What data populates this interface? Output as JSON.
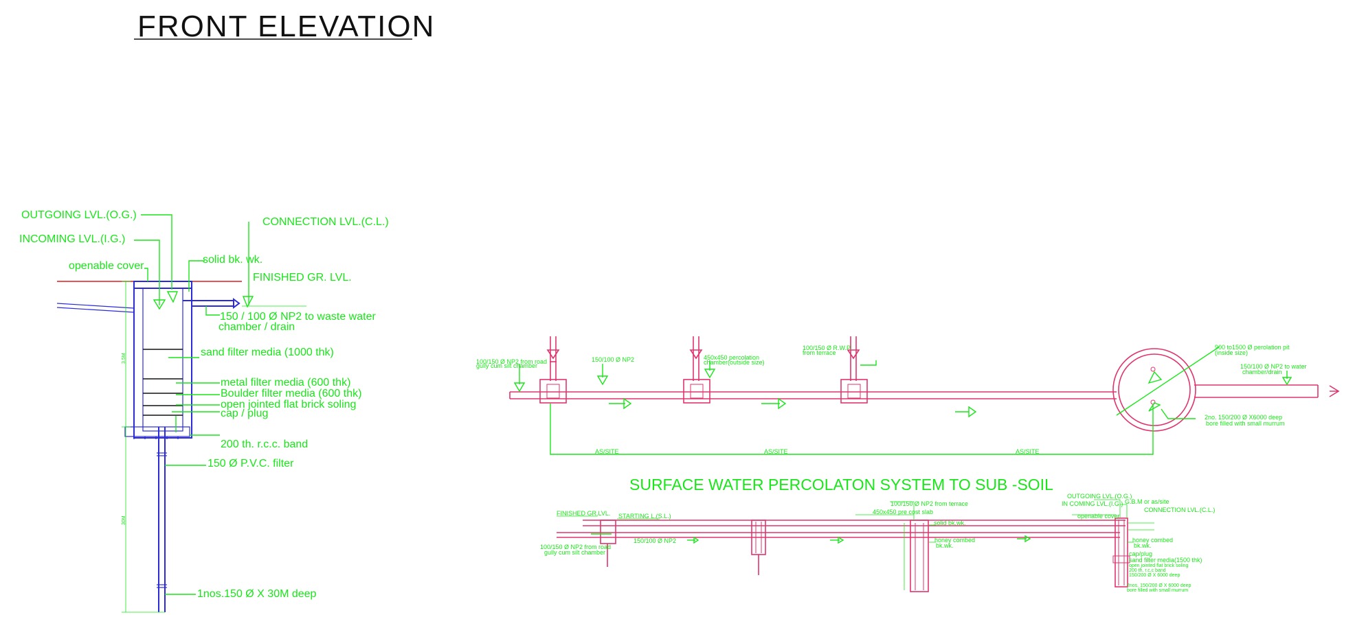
{
  "front_title": "FRONT ELEVATION",
  "section_title": "SURFACE WATER PERCOLATON SYSTEM TO SUB -SOIL",
  "front_labels": {
    "outgoing": "OUTGOING LVL.(O.G.)",
    "incoming": "INCOMING LVL.(I.G.)",
    "openable_cover": "openable cover",
    "solid_bk": "solid bk. wk.",
    "connection": "CONNECTION LVL.(C.L.)",
    "finished_gr": "FINISHED GR. LVL.",
    "pipe_line1": "150 / 100 Ø NP2 to waste water",
    "pipe_line2": "chamber / drain",
    "sand": "sand filter media (1000 thk)",
    "metal": "metal filter media (600 thk)",
    "boulder": "Boulder filter media (600 thk)",
    "brick": "open jointed flat brick soling",
    "cap": "cap / plug",
    "band": "200 th. r.c.c. band",
    "pvc": "150 Ø P.V.C. filter",
    "deep": "1nos.150 Ø X 30M deep",
    "dim_upper": "3.5M",
    "dim_lower": "30M"
  },
  "plan_labels": {
    "road_gully_1": "100/150 Ø NP2 from road",
    "road_gully_2": "gully cum silt chamber",
    "np2_mid": "150/100 Ø NP2",
    "perc_1": "450x450 percolation",
    "perc_2": "chamber(outside size)",
    "rw_1": "100/150 Ø R.W.P.",
    "rw_2": "from terrace",
    "pit_1": "900 to1500 Ø perolation pit",
    "pit_2": "(inside size)",
    "to_water_1": "150/100 Ø NP2 to water",
    "to_water_2": "chamber/drain",
    "bore_1": "2no. 150/200 Ø X6000 deep",
    "bore_2": "bore  filled with small murrum",
    "as_site_1": "AS/SITE",
    "as_site_2": "AS/SITE",
    "as_site_3": "AS/SITE"
  },
  "section_labels": {
    "outgoing": "OUTGOING LVL.(O.G.)",
    "incoming": "IN COMING LVL.(I.G.)",
    "gl": "G.B.M or as/site",
    "connection": "CONNECTION LVL.(C.L.)",
    "openable": "openable cover",
    "from_terrace": "100/150 Ø NP2 from terrace",
    "precast": "450x450 pre cost slab",
    "finished": "FINISHED GR.LVL.",
    "starting": "STARTING L.(S.L.)",
    "solid": "solid bk.wk.",
    "np2": "150/100 Ø NP2",
    "road_1": "100/150 Ø NP2 from road",
    "road_2": "gully cum silt chamber",
    "honey_1": "honey combed",
    "honey_2": "bk.wk.",
    "honey_r1": "honey combed",
    "honey_r2": "bk.wk.",
    "cap": "cap/plug",
    "sand": "sand filter media(1500 thk)",
    "brick": "open jointed flat brick soling",
    "band": "200 th. r.c.c band",
    "deep": "150/200 Ø X 6000 deep",
    "bore_1": "2nos. 150/200 Ø X 6000 deep",
    "bore_2": "bore  filled with small murrum"
  },
  "colors": {
    "label": "#19e619",
    "structure_blue": "#2a2adb",
    "pipe_pink": "#e0336e",
    "ground_red": "#e01a1a"
  }
}
